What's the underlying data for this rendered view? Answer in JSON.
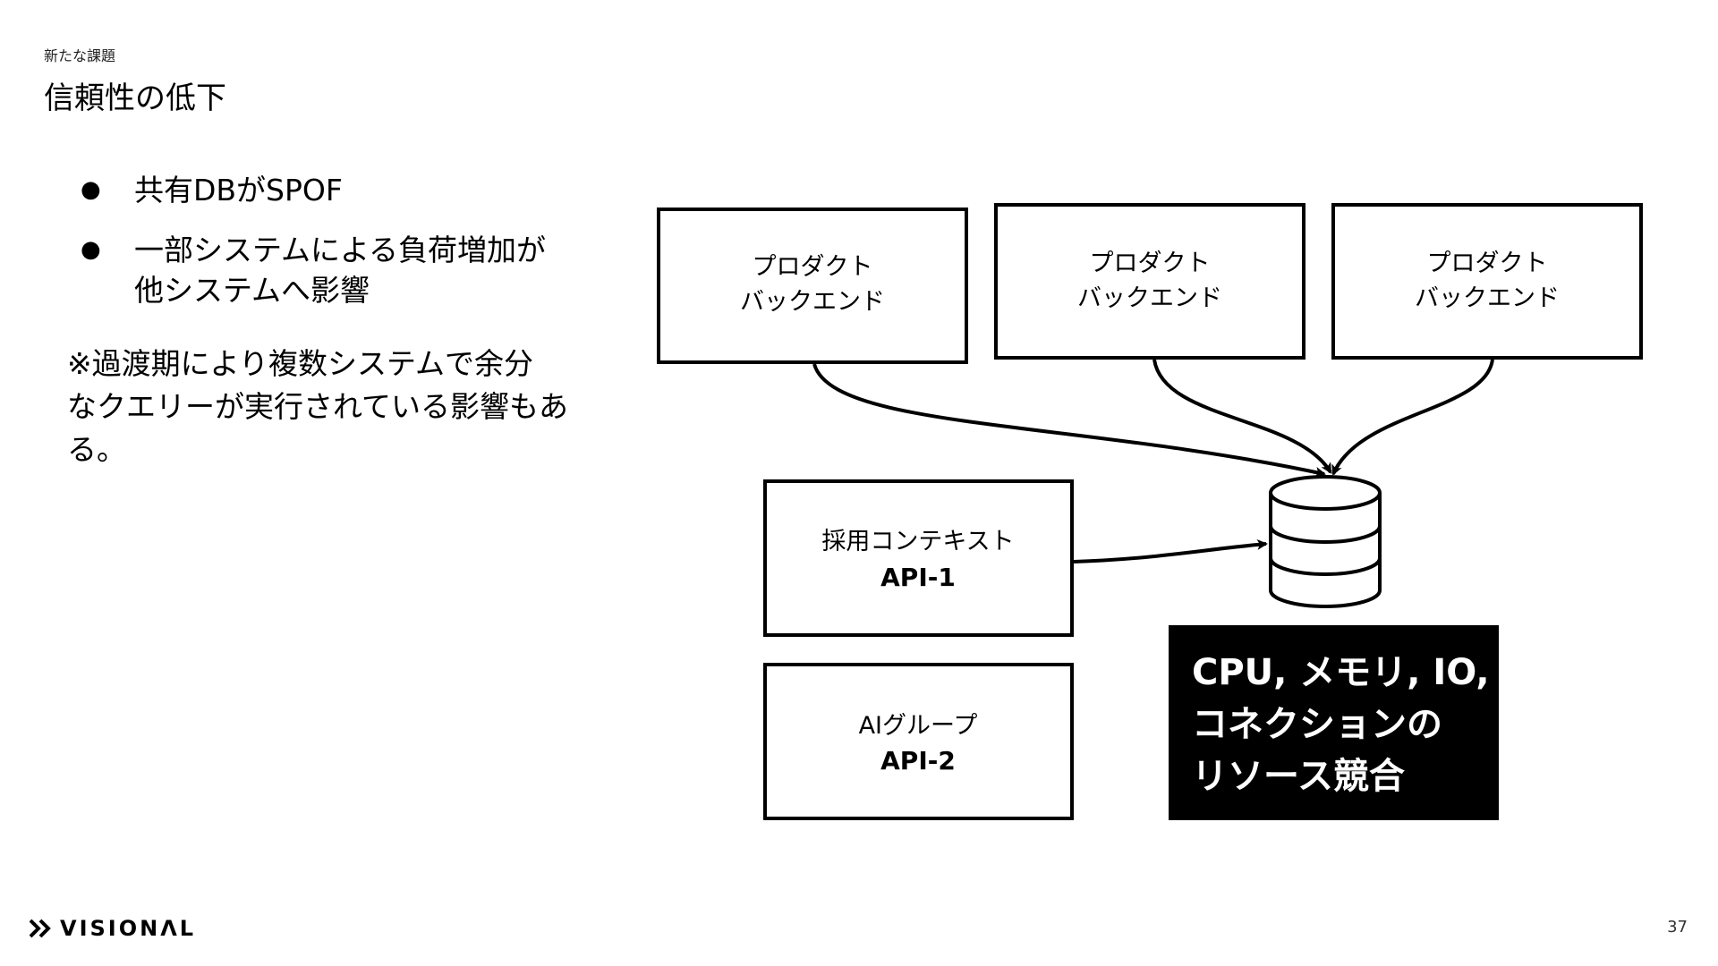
{
  "header": {
    "kicker": "新たな課題",
    "title": "信頼性の低下"
  },
  "bullets": [
    {
      "line1": "共有DBがSPOF",
      "line2": ""
    },
    {
      "line1": "一部システムによる負荷増加が",
      "line2": "他システムへ影響"
    }
  ],
  "bullet_symbol": "●",
  "note": {
    "line1": "※過渡期により複数システムで余分",
    "line2": "なクエリーが実行されている影響もあ",
    "line3": "る。"
  },
  "diagram": {
    "product_backends": [
      {
        "line1": "プロダクト",
        "line2": "バックエンド"
      },
      {
        "line1": "プロダクト",
        "line2": "バックエンド"
      },
      {
        "line1": "プロダクト",
        "line2": "バックエンド"
      }
    ],
    "api_boxes": [
      {
        "line1": "採用コンテキスト",
        "line2": "API-1"
      },
      {
        "line1": "AIグループ",
        "line2": "API-2"
      }
    ],
    "database_icon": "database-icon",
    "callout": {
      "line1": "CPU, メモリ, IO,",
      "line2": "コネクションの",
      "line3": "リソース競合",
      "background": "#000000",
      "text_color": "#ffffff"
    }
  },
  "footer": {
    "logo_text": "VISIONΛL",
    "logo_icon": "double-chevron-icon",
    "page_number": "37"
  }
}
